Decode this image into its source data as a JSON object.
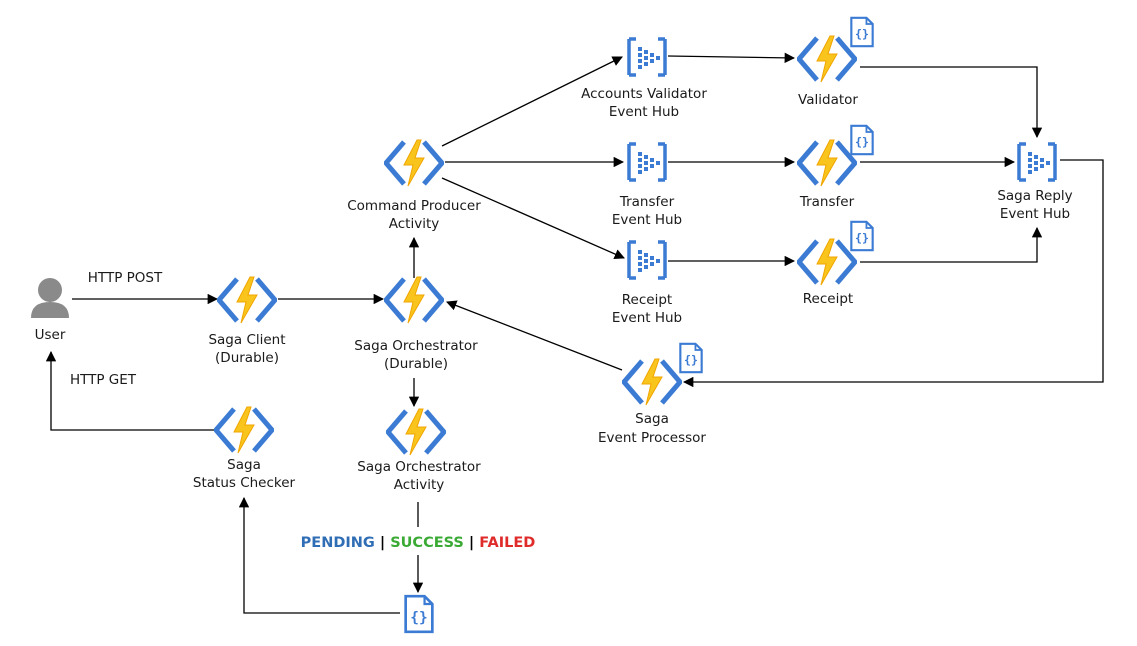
{
  "colors": {
    "azure_blue": "#3b7bd4",
    "bolt_yellow": "#f9c51c",
    "bolt_orange": "#f0a500",
    "user_gray": "#888888",
    "pending": "#2f6db5",
    "success": "#3aaa35",
    "failed": "#e02b2b"
  },
  "labels": {
    "http_post": "HTTP POST",
    "http_get": "HTTP GET",
    "user": "User",
    "saga_client": [
      "Saga Client",
      "(Durable)"
    ],
    "status_checker": [
      "Saga",
      "Status Checker"
    ],
    "orchestrator": [
      "Saga Orchestrator",
      "(Durable)"
    ],
    "orchestrator_activity": [
      "Saga Orchestrator",
      "Activity"
    ],
    "command_producer": [
      "Command Producer",
      "Activity"
    ],
    "accounts_validator_hub": [
      "Accounts Validator",
      "Event Hub"
    ],
    "transfer_hub": [
      "Transfer",
      "Event Hub"
    ],
    "receipt_hub": [
      "Receipt",
      "Event Hub"
    ],
    "validator": "Validator",
    "transfer": "Transfer",
    "receipt": "Receipt",
    "saga_reply_hub": [
      "Saga Reply",
      "Event Hub"
    ],
    "event_processor": [
      "Saga",
      "Event Processor"
    ]
  },
  "status_legend": {
    "pending": "PENDING",
    "sep": "|",
    "success": "SUCCESS",
    "failed": "FAILED"
  },
  "icons": {
    "function_icon": "azure-function-icon",
    "event_hub_icon": "event-hub-icon",
    "json_doc_icon": "json-document-icon",
    "user_icon": "user-icon"
  }
}
